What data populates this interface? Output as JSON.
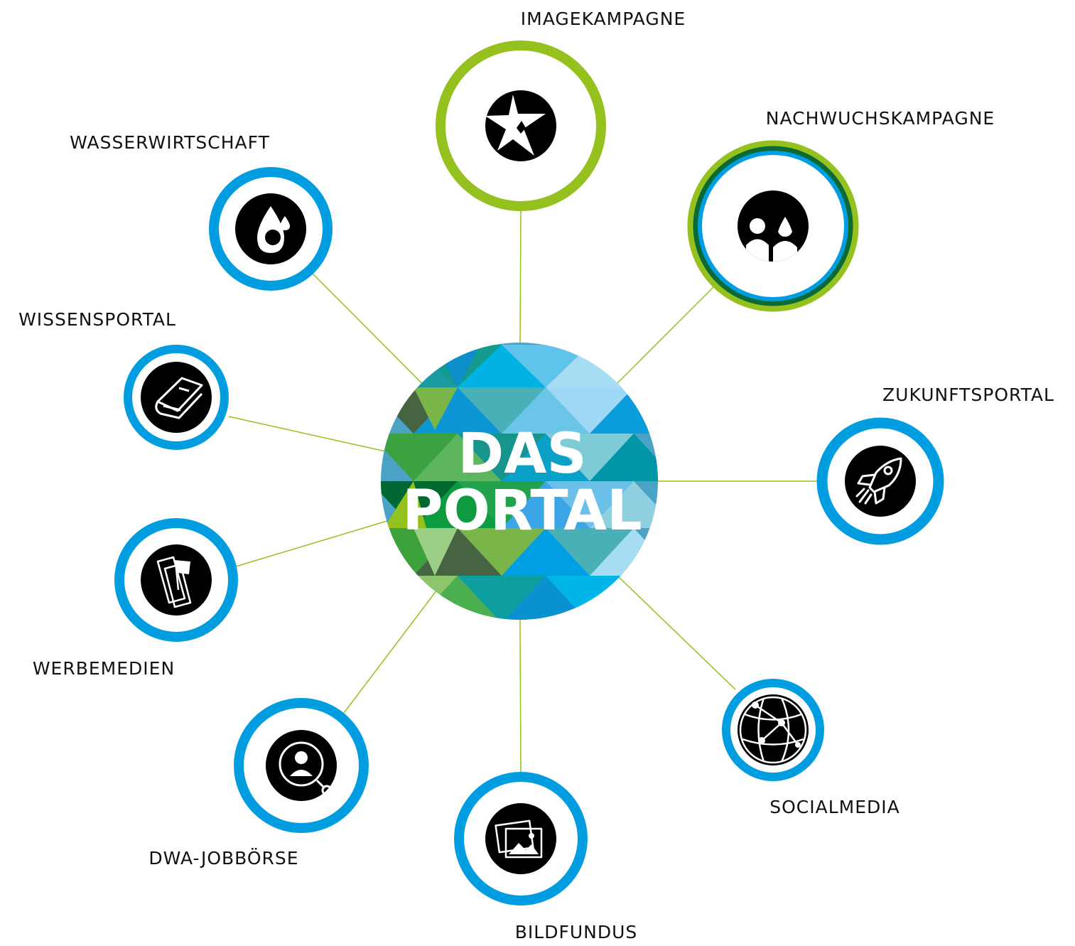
{
  "colors": {
    "blue_ring": "#009ee0",
    "green_ring": "#95c11f",
    "dark_green_ring": "#0a6a36",
    "connector": "#95c11f",
    "icon": "#000000",
    "text": "#111111"
  },
  "hub": {
    "line1": "DAS",
    "line2": "PORTAL"
  },
  "nodes": [
    {
      "id": "imagekampagne",
      "label": "IMAGEKAMPAGNE",
      "icon": "star-icon",
      "ring": "green"
    },
    {
      "id": "nachwuchskampagne",
      "label": "NACHWUCHSKAMPAGNE",
      "icon": "people-icon",
      "ring": "multi"
    },
    {
      "id": "zukunftsportal",
      "label": "ZUKUNFTSPORTAL",
      "icon": "rocket-icon",
      "ring": "blue"
    },
    {
      "id": "socialmedia",
      "label": "SOCIALMEDIA",
      "icon": "globe-network-icon",
      "ring": "blue"
    },
    {
      "id": "bildfundus",
      "label": "BILDFUNDUS",
      "icon": "images-icon",
      "ring": "blue"
    },
    {
      "id": "dwa-jobboerse",
      "label": "DWA-JOBBÖRSE",
      "icon": "person-search-icon",
      "ring": "blue"
    },
    {
      "id": "werbemedien",
      "label": "WERBEMEDIEN",
      "icon": "flyers-icon",
      "ring": "blue"
    },
    {
      "id": "wissensportal",
      "label": "WISSENSPORTAL",
      "icon": "book-icon",
      "ring": "blue"
    },
    {
      "id": "wasserwirtschaft",
      "label": "WASSERWIRTSCHAFT",
      "icon": "water-drop-icon",
      "ring": "blue"
    }
  ]
}
